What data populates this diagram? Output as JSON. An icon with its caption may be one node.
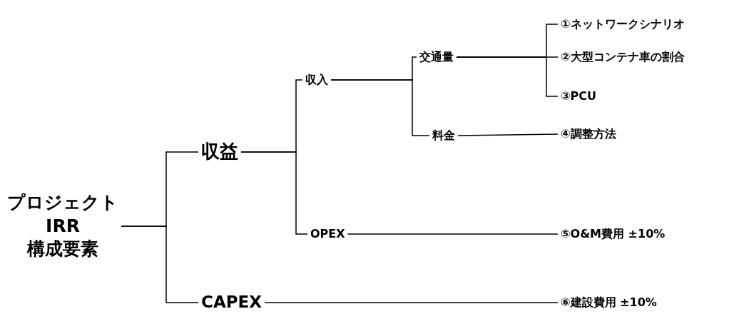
{
  "diagram": {
    "nodes": [
      {
        "text": [
          "プロジェクト IRR 構成要素"
        ]
      },
      {
        "text": [
          "収益"
        ]
      },
      {
        "text": [
          "CAPEX"
        ]
      },
      {
        "text": [
          "収入"
        ]
      },
      {
        "text": [
          "OPEX"
        ]
      },
      {
        "text": [
          "交通量"
        ]
      },
      {
        "text": [
          "料金"
        ]
      },
      {
        "text": [
          "①ネットワークシナリオ"
        ]
      },
      {
        "text": [
          "②大型コンテナ車の割合"
        ]
      },
      {
        "text": [
          "③PCU"
        ]
      },
      {
        "text": [
          "④調整方法"
        ]
      },
      {
        "text": [
          "⑤O&M費用 ±10%"
        ]
      },
      {
        "text": [
          "⑥建設費用 ±10%"
        ]
      }
    ],
    "edges": [
      {
        "from": 0,
        "to": 1,
        "arrow": "none"
      },
      {
        "from": 0,
        "to": 2,
        "arrow": "none"
      },
      {
        "from": 1,
        "to": 3,
        "arrow": "none"
      },
      {
        "from": 1,
        "to": 4,
        "arrow": "none"
      },
      {
        "from": 3,
        "to": 5,
        "arrow": "none"
      },
      {
        "from": 3,
        "to": 6,
        "arrow": "none"
      },
      {
        "from": 5,
        "to": 7,
        "arrow": "none"
      },
      {
        "from": 5,
        "to": 8,
        "arrow": "none"
      },
      {
        "from": 5,
        "to": 9,
        "arrow": "none"
      },
      {
        "from": 6,
        "to": 10,
        "arrow": "none"
      },
      {
        "from": 4,
        "to": 11,
        "arrow": "none"
      },
      {
        "from": 2,
        "to": 12,
        "arrow": "none"
      }
    ]
  }
}
